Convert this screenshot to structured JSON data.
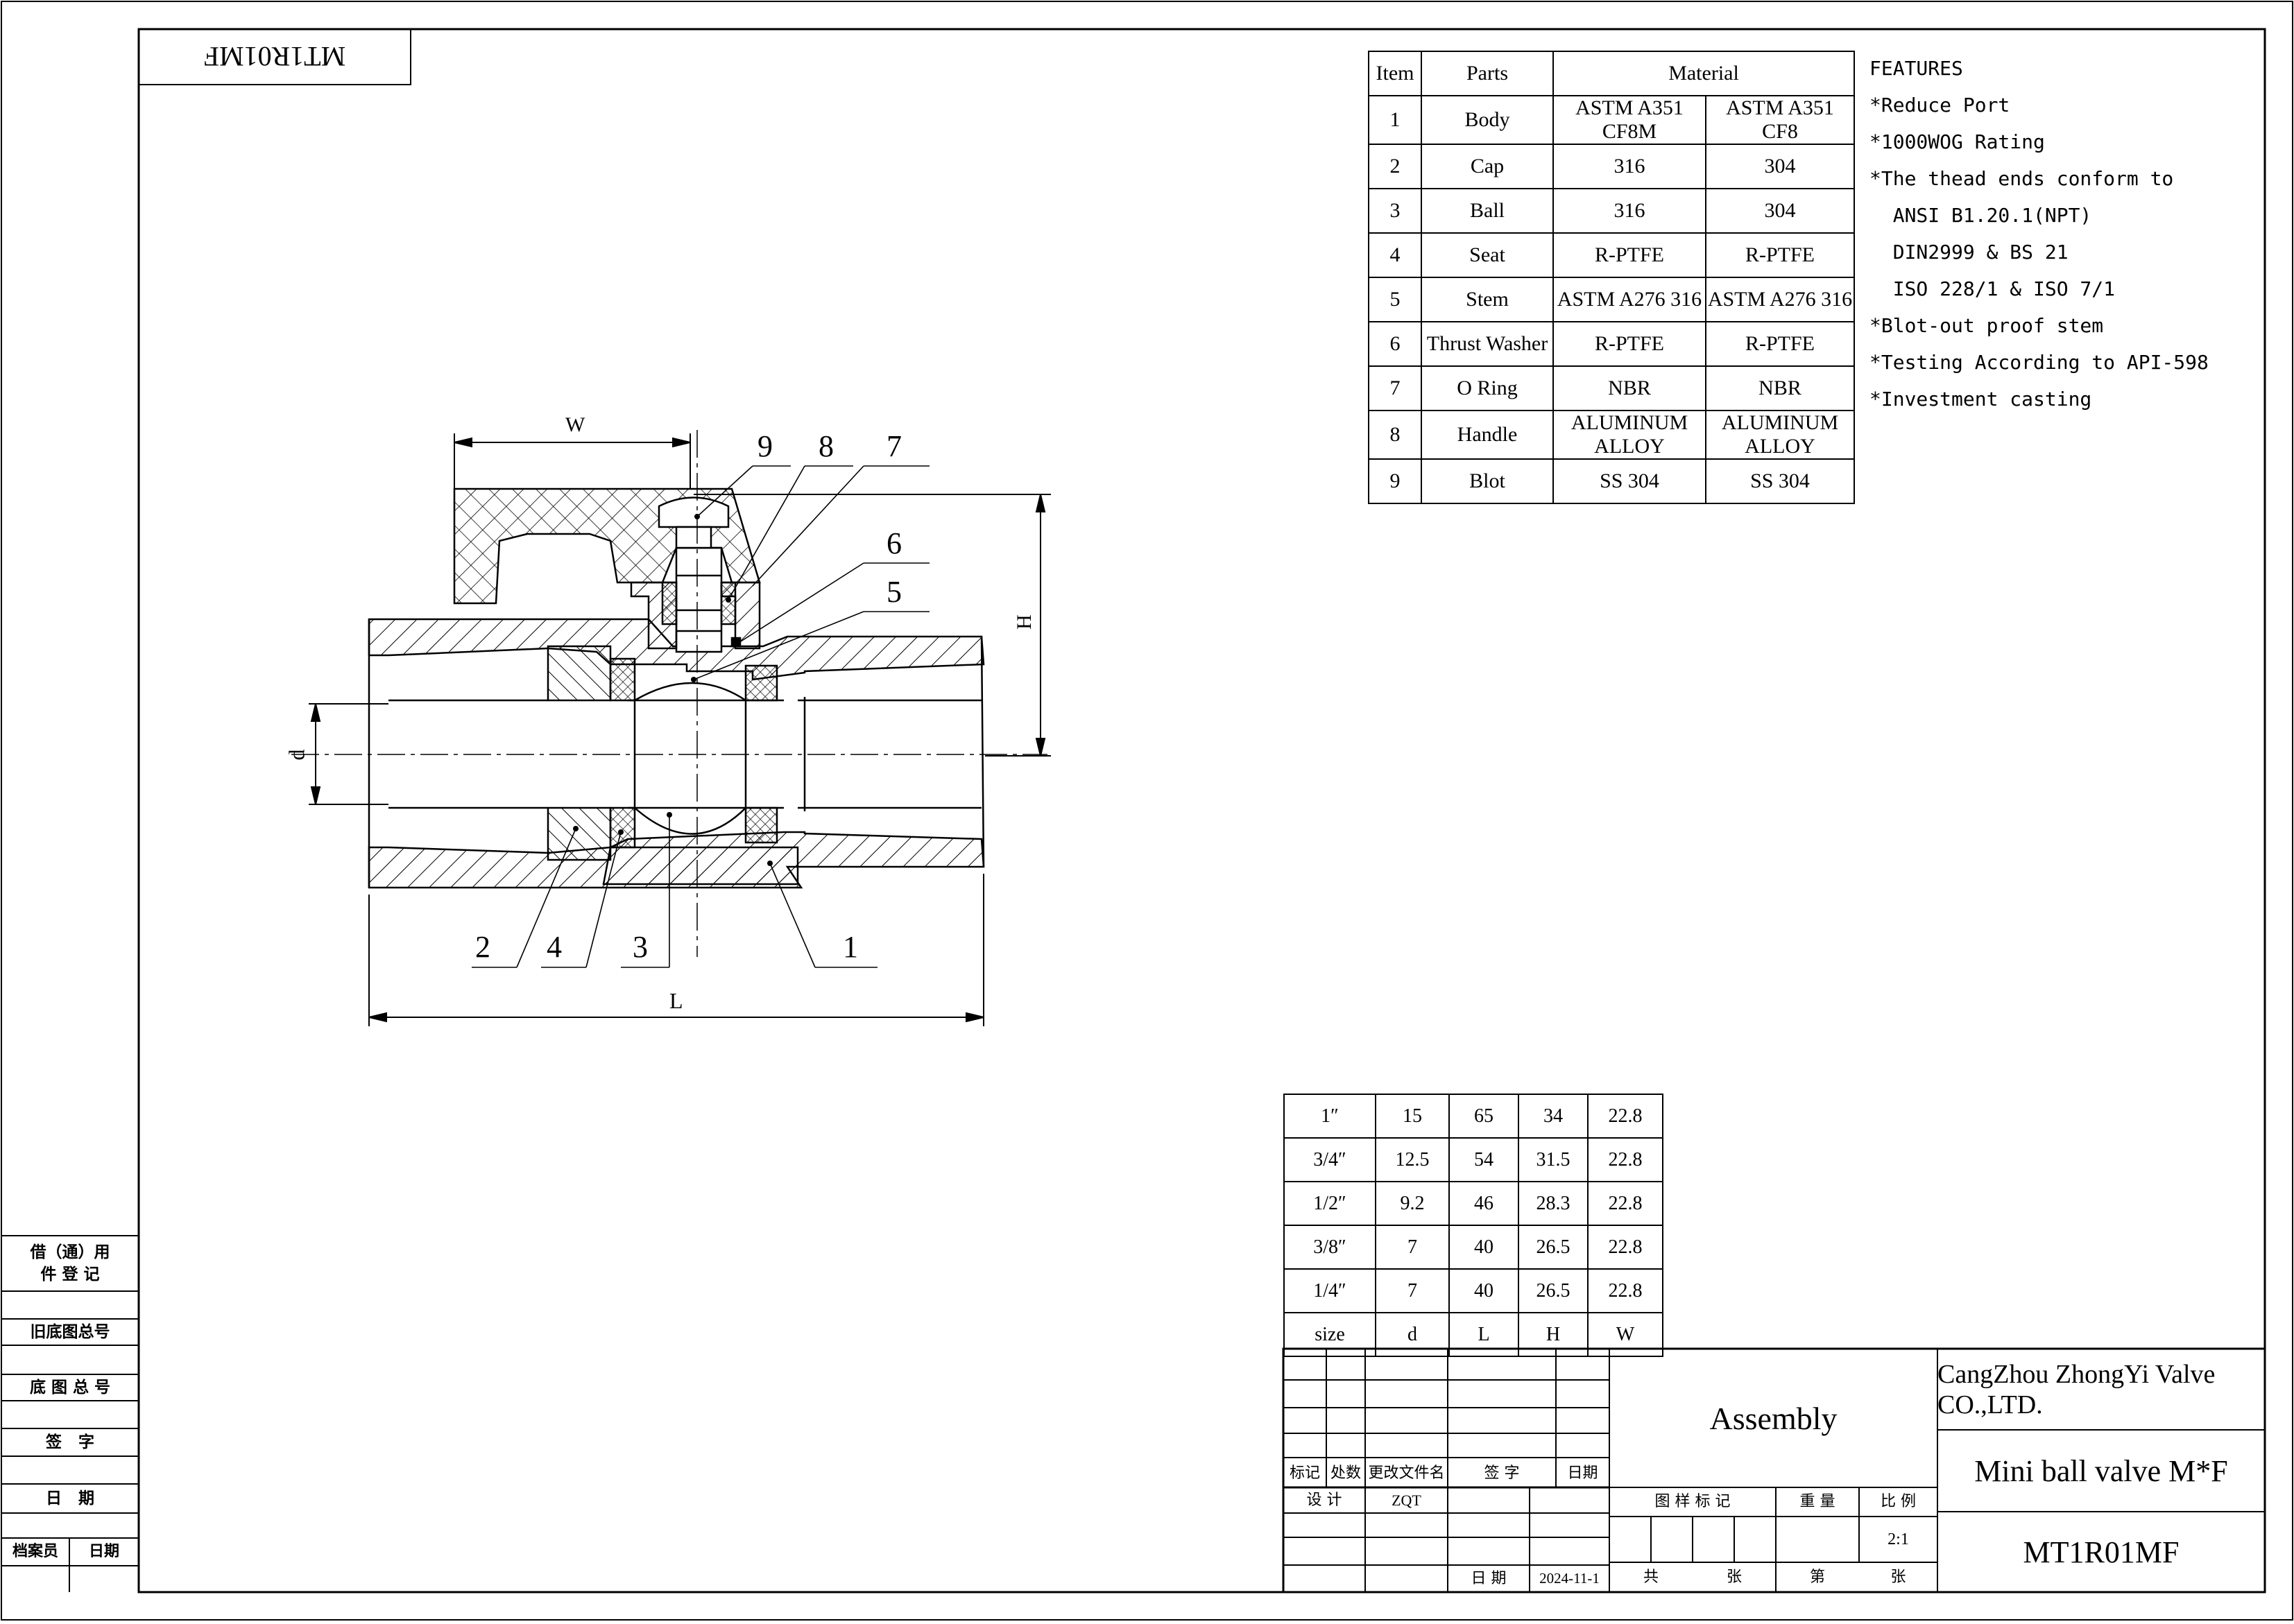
{
  "drawing_code_mirrored": "MT1R01MF",
  "parts_table": {
    "headers": {
      "item": "Item",
      "parts": "Parts",
      "material": "Material"
    },
    "rows": [
      {
        "item": "1",
        "part": "Body",
        "m1": "ASTM A351 CF8M",
        "m2": "ASTM A351 CF8"
      },
      {
        "item": "2",
        "part": "Cap",
        "m1": "316",
        "m2": "304"
      },
      {
        "item": "3",
        "part": "Ball",
        "m1": "316",
        "m2": "304"
      },
      {
        "item": "4",
        "part": "Seat",
        "m1": "R-PTFE",
        "m2": "R-PTFE"
      },
      {
        "item": "5",
        "part": "Stem",
        "m1": "ASTM A276 316",
        "m2": "ASTM A276 316"
      },
      {
        "item": "6",
        "part": "Thrust Washer",
        "m1": "R-PTFE",
        "m2": "R-PTFE"
      },
      {
        "item": "7",
        "part": "O Ring",
        "m1": "NBR",
        "m2": "NBR"
      },
      {
        "item": "8",
        "part": "Handle",
        "m1": "ALUMINUM ALLOY",
        "m2": "ALUMINUM ALLOY"
      },
      {
        "item": "9",
        "part": "Blot",
        "m1": "SS 304",
        "m2": "SS 304"
      }
    ]
  },
  "features": {
    "heading": "FEATURES",
    "lines": [
      "*Reduce Port",
      "*1000WOG Rating",
      "*The thead ends conform to",
      "  ANSI B1.20.1(NPT)",
      "  DIN2999 & BS 21",
      "  ISO 228/1 & ISO 7/1",
      "*Blot-out proof stem",
      "*Testing According to API-598",
      "*Investment casting"
    ]
  },
  "drawing": {
    "dimension_labels": {
      "w": "W",
      "h": "H",
      "d": "d",
      "l": "L"
    },
    "callouts": [
      "1",
      "2",
      "3",
      "4",
      "5",
      "6",
      "7",
      "8",
      "9"
    ]
  },
  "size_table": {
    "rows": [
      {
        "size": "1″",
        "d": "15",
        "l": "65",
        "h": "34",
        "w": "22.8"
      },
      {
        "size": "3/4″",
        "d": "12.5",
        "l": "54",
        "h": "31.5",
        "w": "22.8"
      },
      {
        "size": "1/2″",
        "d": "9.2",
        "l": "46",
        "h": "28.3",
        "w": "22.8"
      },
      {
        "size": "3/8″",
        "d": "7",
        "l": "40",
        "h": "26.5",
        "w": "22.8"
      },
      {
        "size": "1/4″",
        "d": "7",
        "l": "40",
        "h": "26.5",
        "w": "22.8"
      }
    ],
    "header": {
      "size": "size",
      "d": "d",
      "l": "L",
      "h": "H",
      "w": "W"
    }
  },
  "title_block": {
    "rev_labels": [
      "标记",
      "处数",
      "更改文件名",
      "签 字",
      "日期"
    ],
    "design_label": "设 计",
    "designer": "ZQT",
    "date_label": "日 期",
    "date": "2024-11-1",
    "drawing_type": "Assembly",
    "company": "CangZhou ZhongYi Valve CO.,LTD.",
    "product": "Mini ball valve M*F",
    "part_number": "MT1R01MF",
    "stage_label": "图 样 标 记",
    "weight_label": "重 量",
    "scale_label": "比 例",
    "scale": "2:1",
    "total_label": "共",
    "sheets_label": "张",
    "sheet_no_label": "第",
    "sheet_label2": "张"
  },
  "side_panel": {
    "borrow": "借（通）用\n件 登 记",
    "old_no": "旧底图总号",
    "base_no": "底 图 总 号",
    "sign": "签   字",
    "date": "日   期",
    "archivist": "档案员",
    "date2": "日期"
  }
}
